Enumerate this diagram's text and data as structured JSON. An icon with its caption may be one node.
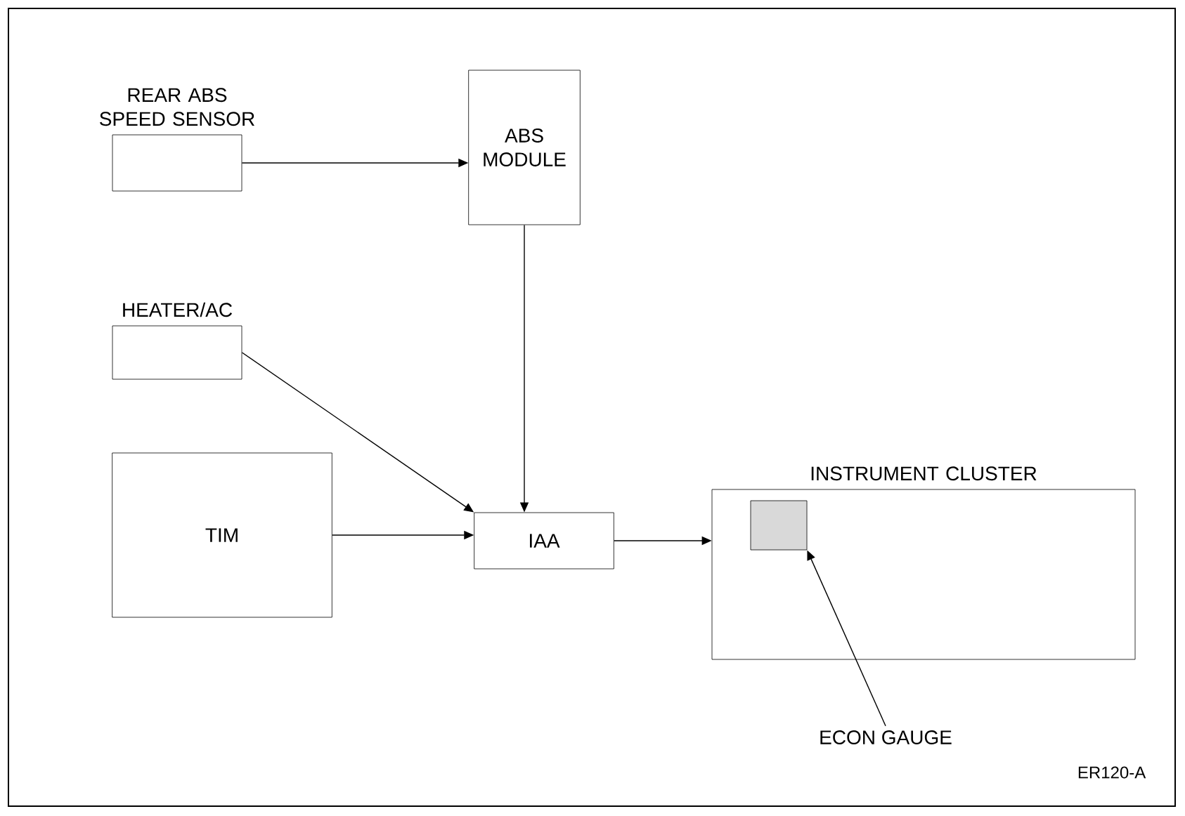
{
  "diagram": {
    "nodes": [
      {
        "text": [
          "REAR ABS SPEED SENSOR"
        ]
      },
      {
        "text": [
          "ABS MODULE"
        ]
      },
      {
        "text": [
          "HEATER/AC"
        ]
      },
      {
        "text": [
          "TIM"
        ]
      },
      {
        "text": [
          "IAA"
        ]
      },
      {
        "text": [
          "INSTRUMENT CLUSTER"
        ]
      },
      {
        "text": [],
        "shape": "box",
        "in": 5
      },
      {
        "text": [
          "ECON GAUGE"
        ]
      }
    ],
    "edges": [
      {
        "from": 0,
        "to": 1,
        "arrow": "to"
      },
      {
        "from": 1,
        "to": 4,
        "arrow": "to"
      },
      {
        "from": 2,
        "to": 4,
        "arrow": "to"
      },
      {
        "from": 3,
        "to": 4,
        "arrow": "to"
      },
      {
        "from": 4,
        "to": 5,
        "arrow": "to"
      },
      {
        "from": 7,
        "to": 6,
        "arrow": "to"
      }
    ],
    "labels": [
      "ER120-A"
    ]
  }
}
